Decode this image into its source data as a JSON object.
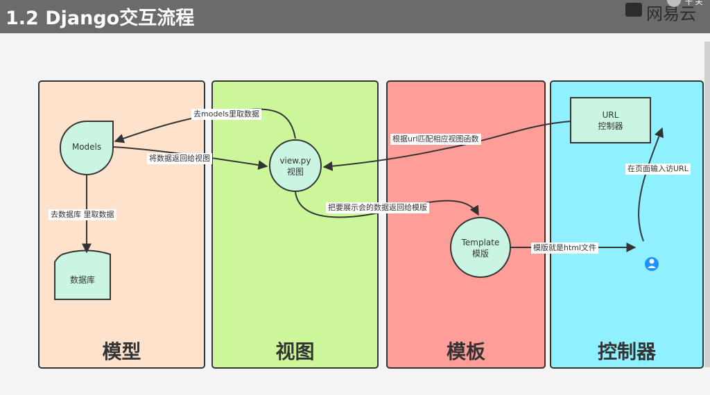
{
  "header": {
    "title": "1.2 Django交互流程",
    "watermark": "网易云",
    "corner_text": "十 关"
  },
  "panels": {
    "model": "模型",
    "view": "视图",
    "template": "模板",
    "controller": "控制器"
  },
  "nodes": {
    "models": "Models",
    "database": "数据库",
    "view_line1": "view.py",
    "view_line2": "视图",
    "template_line1": "Template",
    "template_line2": "模版",
    "url_line1": "URL",
    "url_line2": "控制器"
  },
  "edges": {
    "view_to_models": "去models里取数据",
    "models_to_view": "将数据返回给视图",
    "models_to_db": "去数据库 里取数据",
    "url_to_view": "根据url匹配相应视图函数",
    "view_to_template": "把要展示会的数据返回给模版",
    "template_to_user": "模版就是html文件",
    "user_to_url": "在页面输入访URL"
  },
  "colors": {
    "model_panel": "#fee2cc",
    "view_panel": "#ccf69a",
    "template_panel": "#ff9e98",
    "controller_panel": "#8ff1ff",
    "node_fill": "#c9f5e2",
    "user_icon": "#1e90ff"
  }
}
